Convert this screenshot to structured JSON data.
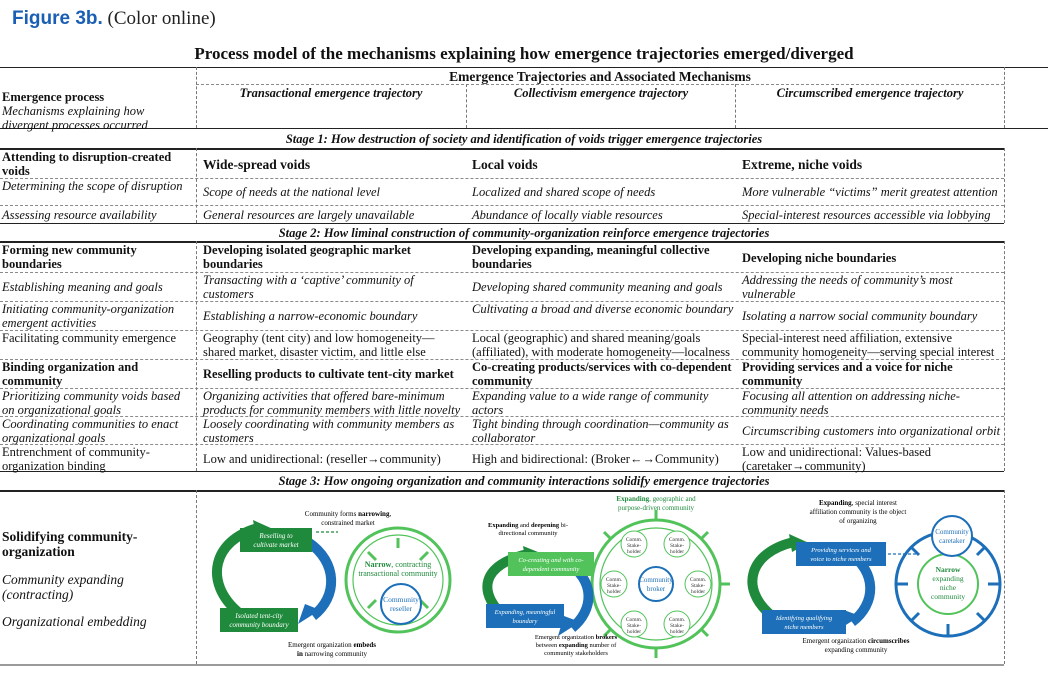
{
  "figure": {
    "label": "Figure 3b.",
    "note": "(Color online)"
  },
  "title": "Process model of the mechanisms explaining how emergence trajectories emerged/diverged",
  "header": {
    "span_title": "Emergence Trajectories and Associated Mechanisms",
    "col0_title": "Emergence process",
    "col0_subtitle": "Mechanisms explaining how divergent processes occurred",
    "columns": [
      "Transactional emergence trajectory",
      "Collectivism emergence trajectory",
      "Circumscribed emergence trajectory"
    ]
  },
  "stage1": {
    "title": "Stage 1: How destruction of society and identification of voids trigger emergence trajectories",
    "rows": [
      {
        "label": "Attending to disruption-created voids",
        "cells": [
          "Wide-spread voids",
          "Local voids",
          "Extreme, niche voids"
        ]
      },
      {
        "label": "Determining the scope of disruption",
        "cells": [
          "Scope of needs at the national level",
          "Localized and shared scope of needs",
          "More vulnerable “victims” merit greatest attention"
        ]
      },
      {
        "label": "Assessing resource availability",
        "cells": [
          "General resources are largely unavailable",
          "Abundance of locally viable resources",
          "Special-interest resources accessible via lobbying"
        ]
      }
    ]
  },
  "stage2": {
    "title": "Stage 2: How liminal construction of community-organization reinforce emergence trajectories",
    "rows": [
      {
        "label": "Forming new community boundaries",
        "cells": [
          "Developing isolated geographic market boundaries",
          "Developing expanding, meaningful collective boundaries",
          "Developing niche boundaries"
        ]
      },
      {
        "label": "Establishing meaning and goals",
        "cells": [
          "Transacting with a ‘captive’ community of customers",
          "Developing shared community meaning and goals",
          "Addressing the needs of community’s most vulnerable"
        ]
      },
      {
        "label": "Initiating community-organization emergent activities",
        "cells": [
          "Establishing a narrow-economic boundary",
          "Cultivating a broad and diverse economic boundary",
          "Isolating a narrow social community boundary"
        ]
      },
      {
        "label": "Facilitating community emergence",
        "cells": [
          "Geography (tent city) and low homogeneity—shared market, disaster victim, and little else",
          "Local (geographic) and shared meaning/goals (affiliated), with moderate homogeneity—localness",
          "Special-interest need affiliation, extensive community homogeneity—serving special interest"
        ]
      },
      {
        "label": "Binding organization and community",
        "cells": [
          "Reselling products to cultivate tent-city market",
          "Co-creating products/services with co-dependent community",
          "Providing services and a voice for niche community"
        ]
      },
      {
        "label": "Prioritizing community voids based on organizational goals",
        "cells": [
          "Organizing activities that offered bare-minimum products for community members with little novelty",
          "Expanding value to a wide range of community actors",
          "Focusing all attention on addressing niche-community needs"
        ]
      },
      {
        "label": "Coordinating communities to enact organizational goals",
        "cells": [
          "Loosely coordinating with community members as customers",
          "Tight binding through coordination—community as collaborator",
          "Circumscribing customers into organizational orbit"
        ]
      },
      {
        "label": "Entrenchment of community-organization binding",
        "cells": [
          "Low and unidirectional: (reseller→community)",
          "High and bidirectional: (Broker←→Community)",
          "Low and unidirectional: Values-based (caretaker→community)"
        ]
      }
    ]
  },
  "stage3": {
    "title": "Stage 3: How ongoing organization and community interactions solidify emergence trajectories",
    "labels": [
      "Solidifying community-organization",
      "Community expanding (contracting)",
      "Organizational embedding"
    ],
    "diagram1": {
      "top_caption_pre": "Community forms ",
      "top_caption_bold": "narrowing",
      "top_caption_post": ",",
      "top_caption_2": "constrained market",
      "arrow_top": [
        "Reselling to",
        "cultivate market"
      ],
      "arrow_bottom": [
        "Isolated tent-city",
        "community boundary"
      ],
      "circle_bold": "Narrow",
      "circle_rest": ", contracting",
      "circle_rest_2": "transactional community",
      "center": [
        "Community",
        "reseller"
      ],
      "bottom_caption_pre": "Emergent organization ",
      "bottom_caption_bold": "embeds",
      "bottom_caption_2_bold": "in",
      "bottom_caption_2_rest": " narrowing community"
    },
    "diagram2": {
      "top_caption_bold": "Expanding",
      "top_caption_rest": ", geographic and",
      "top_caption_2": "purpose-driven community",
      "left_caption_bold1": "Expanding",
      "left_caption_mid": " and ",
      "left_caption_bold2": "deepening",
      "left_caption_rest": " bi-",
      "left_caption_2": "directional community",
      "arrow_top": [
        "Co-creating and with co-",
        "dependent community"
      ],
      "arrow_bottom": [
        "Expanding, meaningful",
        "boundary"
      ],
      "stakeholder": [
        "Comm.",
        "Stake-",
        "holder"
      ],
      "center": [
        "Community",
        "broker"
      ],
      "bottom_caption_pre": "Emergent organization ",
      "bottom_caption_bold": "brokers",
      "bottom_caption_2_pre": "between ",
      "bottom_caption_2_bold": "expanding",
      "bottom_caption_2_rest": " number of",
      "bottom_caption_3": "community stakeholders"
    },
    "diagram3": {
      "top_caption_bold": "Expanding",
      "top_caption_rest": ", special interest",
      "top_caption_2": "affiliation community is the object",
      "top_caption_3": "of organizing",
      "arrow_top": [
        "Providing services and",
        "voice to niche members"
      ],
      "arrow_bottom": [
        "Identifying qualifying",
        "niche members"
      ],
      "caretaker": [
        "Community",
        "caretaker"
      ],
      "circle": [
        "Narrow",
        "expanding",
        "niche",
        "community"
      ],
      "bottom_caption_pre": "Emergent organization ",
      "bottom_caption_bold": "circumscribes",
      "bottom_caption_2": "expanding community"
    }
  },
  "colors": {
    "dark_green": "#1f8a3c",
    "light_green": "#52c35a",
    "blue": "#1c6fb8",
    "light_blue": "#7fb6e6",
    "figure_label": "#1a5fb4"
  }
}
